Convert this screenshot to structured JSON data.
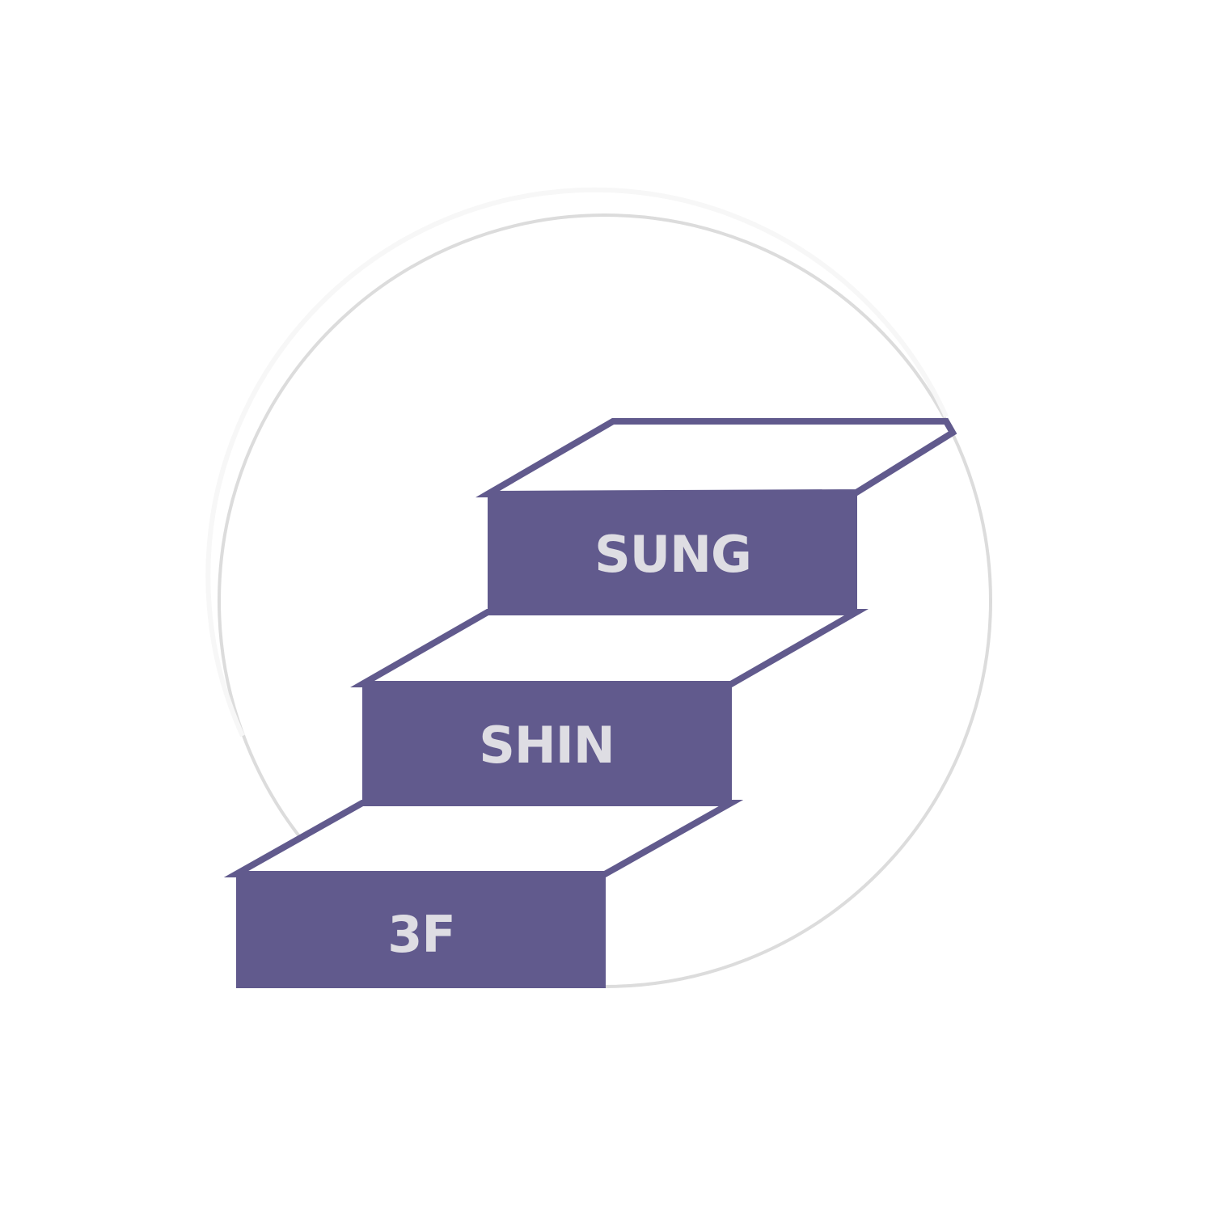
{
  "diagram": {
    "steps": [
      {
        "label": "SUNG"
      },
      {
        "label": "SHIN"
      },
      {
        "label": "3F"
      }
    ]
  },
  "colors": {
    "step_fill": "#615a8d",
    "step_stroke": "#615a8d",
    "tread_fill": "#ffffff",
    "label_text": "#dedde3",
    "circle_stroke": "#dcdcdc",
    "background": "#ffffff"
  }
}
